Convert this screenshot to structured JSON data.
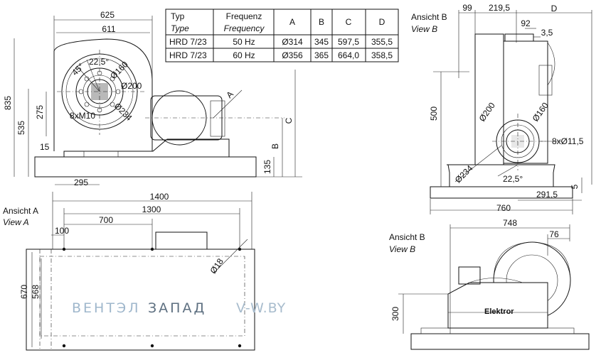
{
  "table": {
    "headers": [
      {
        "line1": "Typ",
        "line2": "Type"
      },
      {
        "line1": "Frequenz",
        "line2": "Frequency"
      },
      {
        "line1": "A",
        "line2": ""
      },
      {
        "line1": "B",
        "line2": ""
      },
      {
        "line1": "C",
        "line2": ""
      },
      {
        "line1": "D",
        "line2": ""
      }
    ],
    "rows": [
      [
        "HRD 7/23",
        "50 Hz",
        "Ø314",
        "345",
        "597,5",
        "355,5"
      ],
      [
        "HRD 7/23",
        "60 Hz",
        "Ø356",
        "365",
        "664,0",
        "358,5"
      ]
    ]
  },
  "side_view": {
    "dims": [
      "625",
      "611",
      "835",
      "535",
      "275",
      "15",
      "295",
      "135"
    ],
    "labels": [
      "A",
      "B",
      "C"
    ],
    "angles": [
      "22,5°",
      "45°"
    ],
    "diams": [
      "Ø160",
      "Ø200",
      "Ø234"
    ],
    "bolts": "8xM10"
  },
  "top_view": {
    "title": "Ansicht A",
    "subtitle": "View A",
    "dims": [
      "1400",
      "1300",
      "700",
      "100",
      "670",
      "568",
      "Ø18"
    ]
  },
  "view_b_top": {
    "title": "Ansicht B",
    "subtitle": "View B",
    "dims": [
      "99",
      "219,5",
      "92",
      "3,5",
      "500",
      "291,5",
      "760",
      "5",
      "22,5°",
      "8xØ11,5",
      "Ø160",
      "Ø200",
      "Ø234"
    ],
    "label_d": "D"
  },
  "view_b_bottom": {
    "title": "Ansicht B",
    "subtitle": "View B",
    "dims": [
      "748",
      "76",
      "300"
    ],
    "brand": "Elektror"
  },
  "watermark": {
    "left_gray": "ВЕНТЭЛ",
    "left_dark": "ЗАПАД",
    "right": "V-W.BY"
  }
}
